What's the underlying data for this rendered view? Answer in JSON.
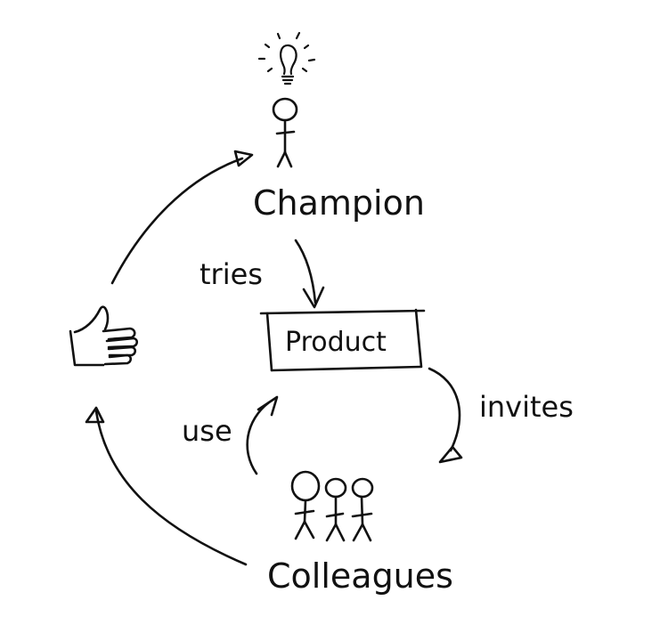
{
  "nodes": {
    "champion": "Champion",
    "product": "Product",
    "colleagues": "Colleagues"
  },
  "edges": {
    "tries": "tries",
    "invites": "invites",
    "use": "use"
  },
  "icons": [
    "lightbulb-icon",
    "champion-stick-figure-icon",
    "thumbs-up-icon",
    "colleagues-stick-figures-icon"
  ],
  "colors": {
    "ink": "#111111",
    "background": "#ffffff"
  }
}
